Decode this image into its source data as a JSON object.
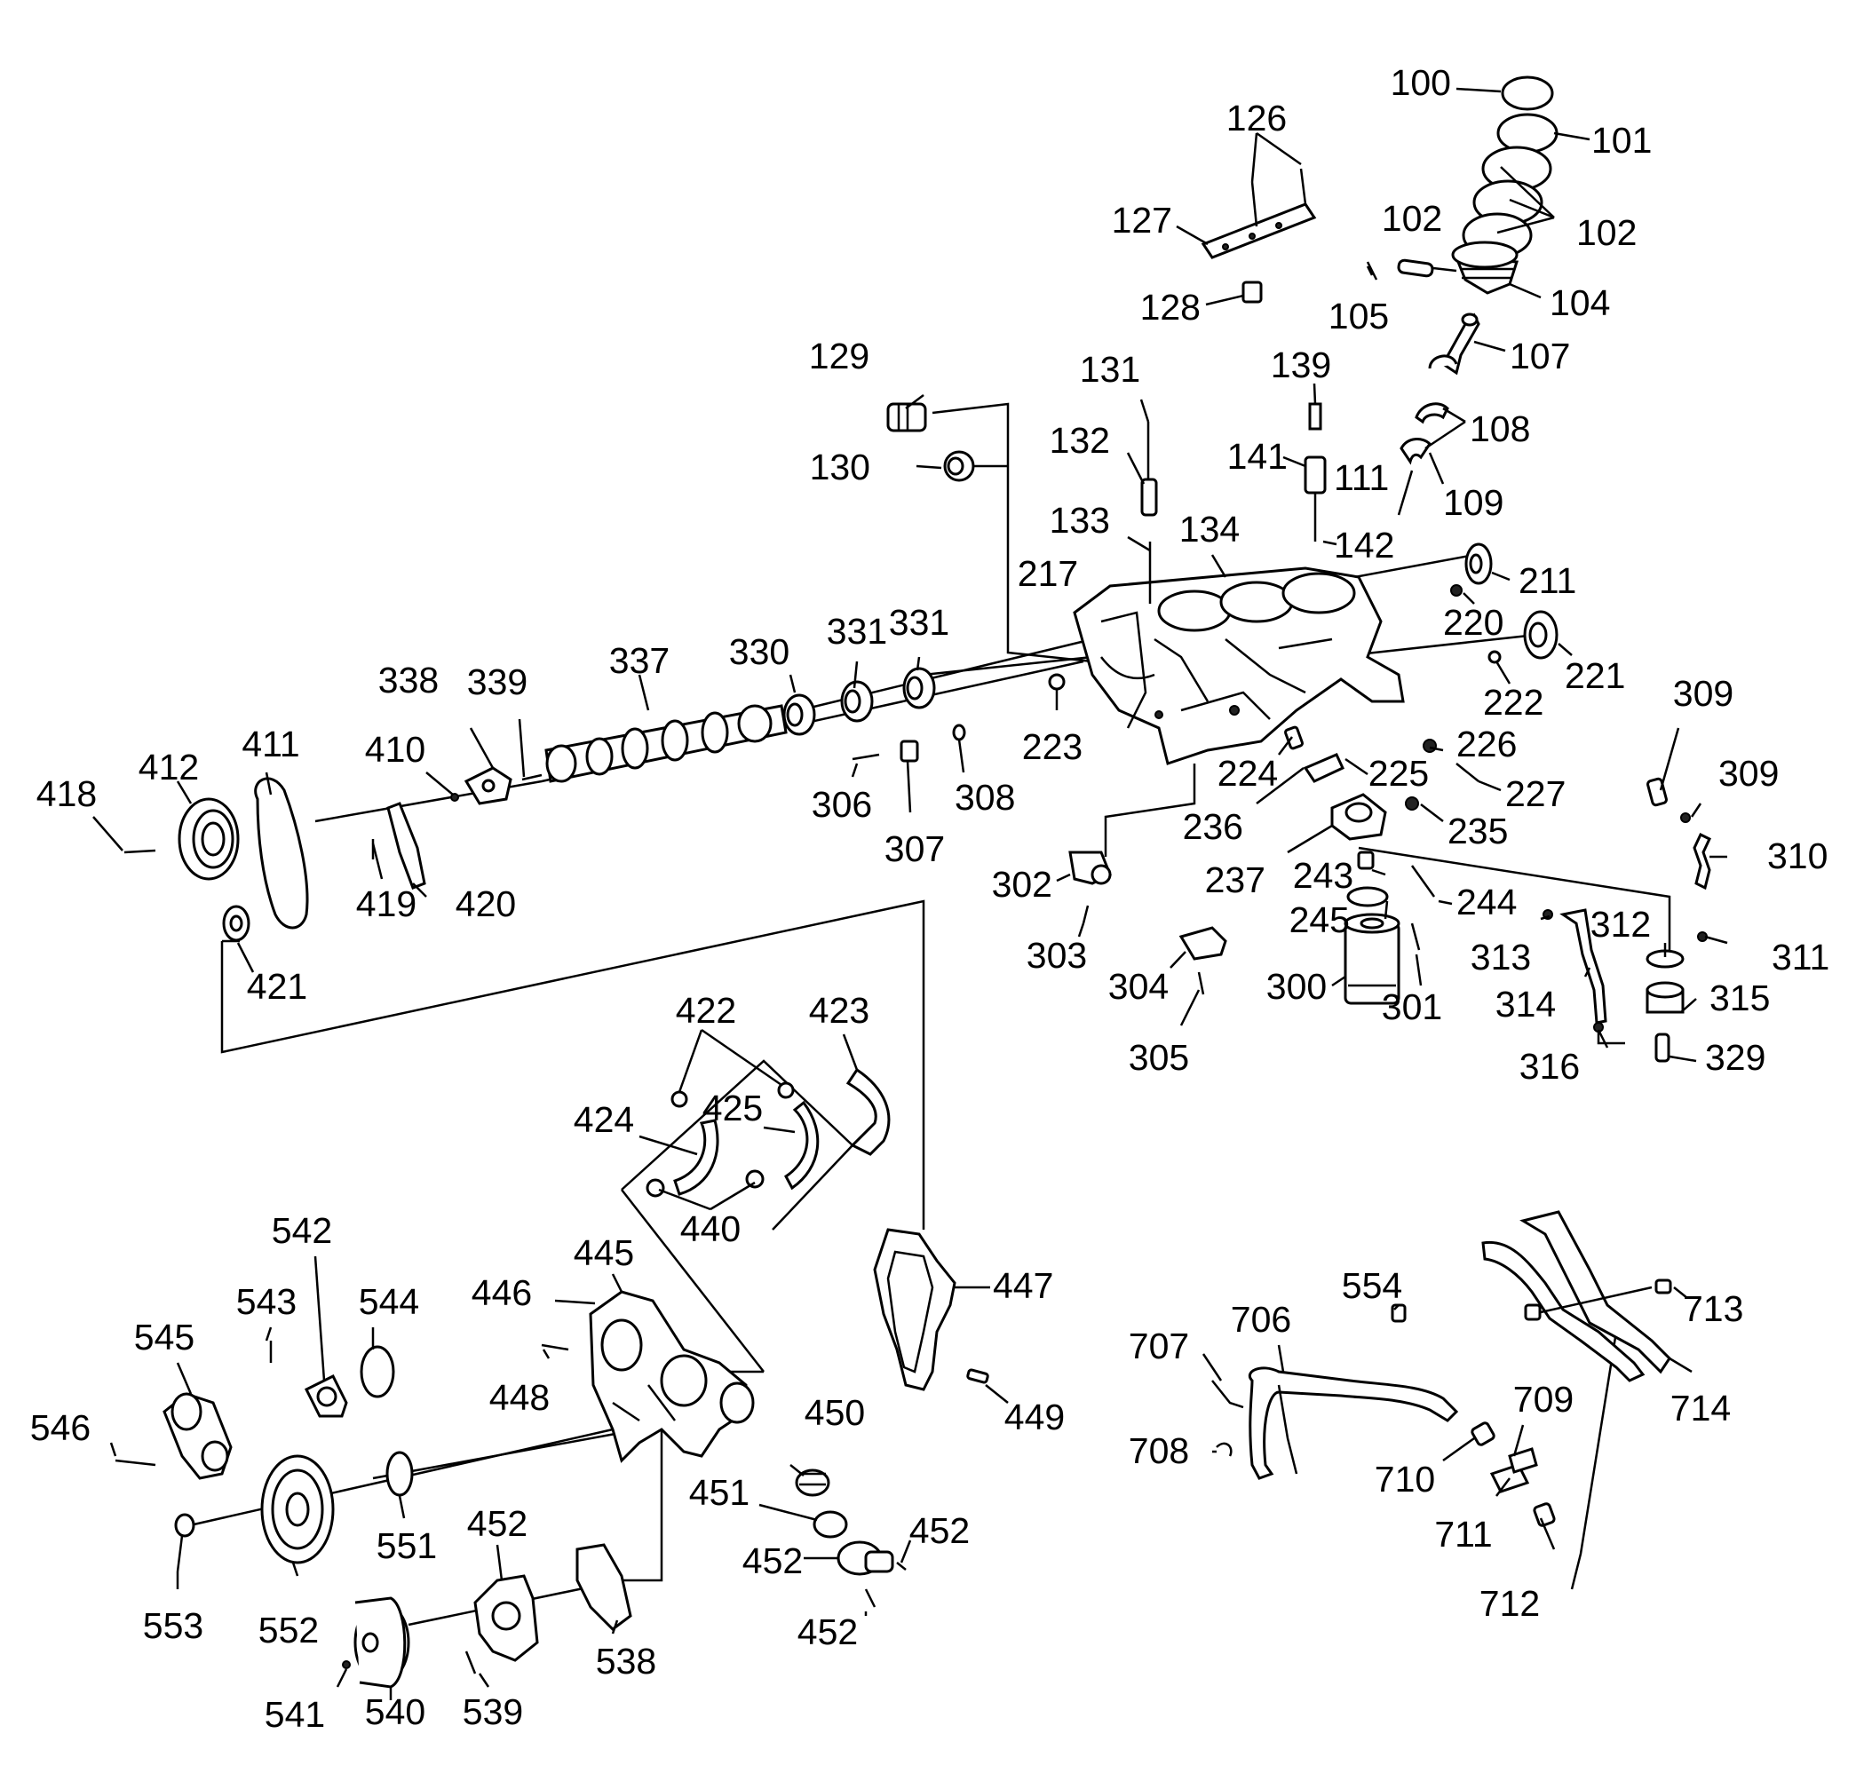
{
  "colors": {
    "line": "#000000",
    "background": "#ffffff",
    "fill": "#ffffff"
  },
  "callouts": [
    "100",
    "101",
    "102",
    "102",
    "104",
    "105",
    "107",
    "108",
    "109",
    "111",
    "126",
    "127",
    "128",
    "129",
    "130",
    "131",
    "132",
    "133",
    "134",
    "139",
    "141",
    "142",
    "211",
    "217",
    "220",
    "221",
    "222",
    "223",
    "224",
    "225",
    "226",
    "227",
    "235",
    "236",
    "237",
    "243",
    "244",
    "245",
    "300",
    "301",
    "302",
    "303",
    "304",
    "305",
    "306",
    "307",
    "308",
    "309",
    "309",
    "310",
    "311",
    "312",
    "313",
    "314",
    "315",
    "316",
    "329",
    "330",
    "331",
    "331",
    "337",
    "338",
    "339",
    "410",
    "411",
    "412",
    "418",
    "419",
    "420",
    "421",
    "422",
    "423",
    "424",
    "425",
    "440",
    "445",
    "446",
    "447",
    "448",
    "449",
    "450",
    "451",
    "452",
    "452",
    "452",
    "452",
    "538",
    "539",
    "540",
    "541",
    "542",
    "543",
    "544",
    "545",
    "546",
    "551",
    "552",
    "553",
    "554",
    "706",
    "707",
    "708",
    "709",
    "710",
    "711",
    "712",
    "713",
    "714"
  ]
}
